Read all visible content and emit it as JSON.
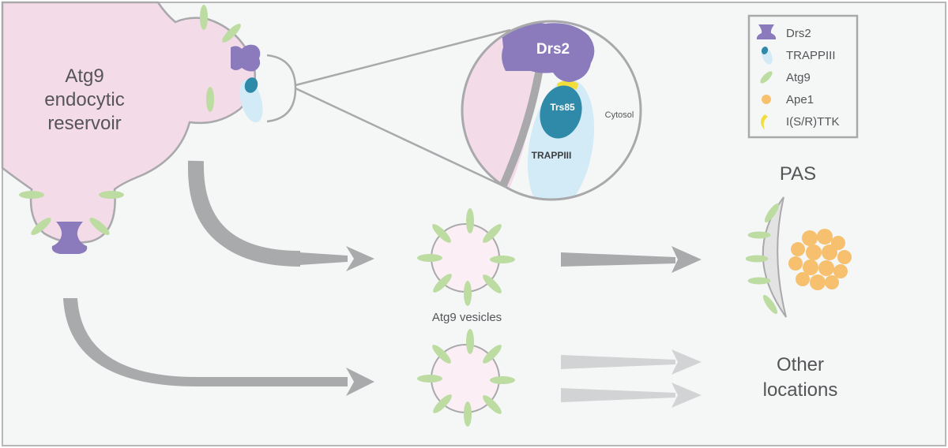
{
  "reservoir": {
    "line1": "Atg9",
    "line2": "endocytic",
    "line3": "reservoir"
  },
  "inset": {
    "drs2": "Drs2",
    "trs85": "Trs85",
    "trappiii": "TRAPPIII",
    "cytosol": "Cytosol"
  },
  "vesicles_label": "Atg9 vesicles",
  "pas_label": "PAS",
  "other": {
    "line1": "Other",
    "line2": "locations"
  },
  "legend": {
    "items": [
      {
        "label": "Drs2",
        "icon": "drs2-icon",
        "color": "#8b7bbd"
      },
      {
        "label": "TRAPPIII",
        "icon": "trappiii-icon",
        "color": "#2e8aa8"
      },
      {
        "label": "Atg9",
        "icon": "atg9-icon",
        "color": "#bcdca1"
      },
      {
        "label": "Ape1",
        "icon": "ape1-icon",
        "color": "#f7c06e"
      },
      {
        "label": "I(S/R)TTK",
        "icon": "isrttk-icon",
        "color": "#f3dd3c"
      }
    ]
  },
  "colors": {
    "background": "#f5f7f7",
    "frame": "#b7b7b7",
    "membrane": "#a9a9ab",
    "reservoir_fill": "#f3dbe8",
    "vesicle_fill": "#fbeef5",
    "drs2": "#8b7bbd",
    "trs85": "#2e8aa8",
    "trappiii_light": "#d2ebf6",
    "atg9": "#bcdca1",
    "ape1": "#f7c06e",
    "isrttk": "#f3dd3c",
    "arrow_dark": "#a9aaac",
    "arrow_light": "#d2d3d4"
  }
}
